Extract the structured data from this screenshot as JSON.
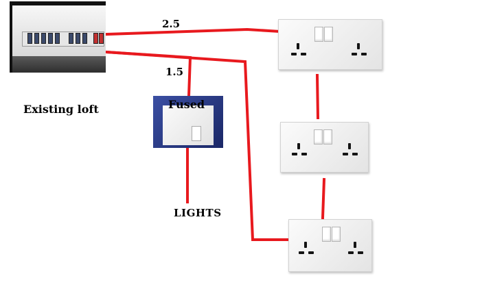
{
  "labels": {
    "cable_2_5": "2.5",
    "cable_1_5": "1.5",
    "existing_loft": "Existing loft",
    "fused": "Fused",
    "lights": "LIGHTS"
  },
  "colors": {
    "wire": "#e8191e",
    "background": "#ffffff",
    "text": "#000000"
  },
  "icons": [
    "consumer-unit-image",
    "fused-spur-image",
    "double-socket-image"
  ]
}
